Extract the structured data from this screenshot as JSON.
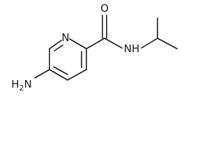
{
  "molecule": {
    "atoms": {
      "ring_nitrogen": "N",
      "carbonyl_oxygen": "O",
      "amide_nh": "NH",
      "amino_group": "H2N"
    },
    "colors": {
      "ink": "#1a1a1a",
      "background": "#ffffff"
    }
  }
}
